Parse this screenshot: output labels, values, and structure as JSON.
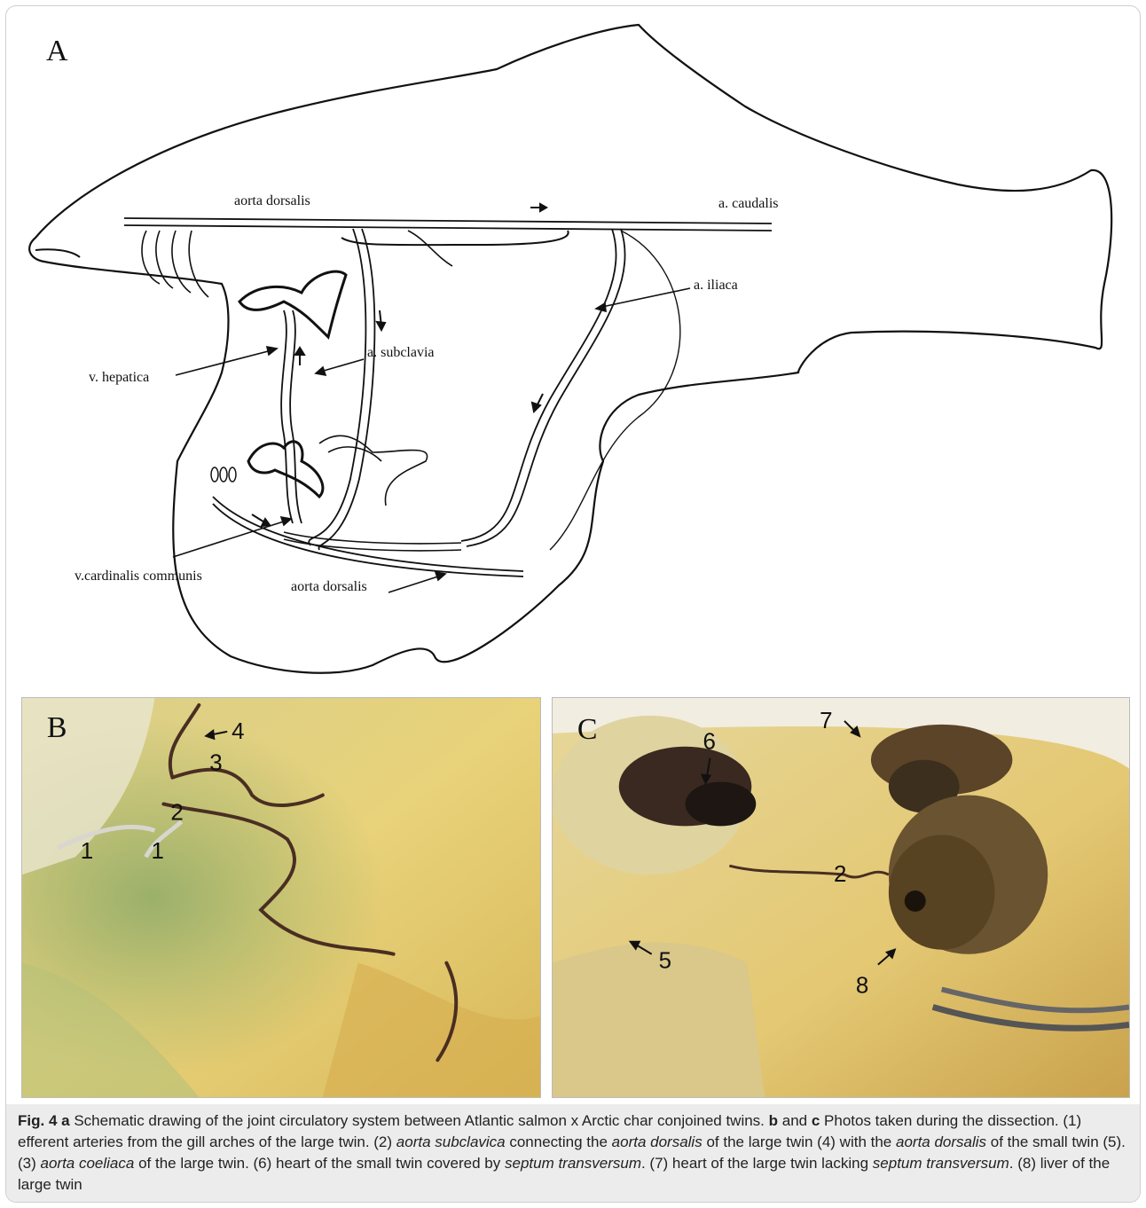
{
  "panel_a": {
    "letter": "A",
    "labels": {
      "aorta_dorsalis_top": "aorta dorsalis",
      "a_caudalis": "a. caudalis",
      "a_iliaca": "a. iliaca",
      "a_subclavia": "a. subclavia",
      "v_hepatica": "v. hepatica",
      "v_cardinalis": "v.cardinalis communis",
      "aorta_dorsalis_bottom": "aorta dorsalis"
    }
  },
  "panel_b": {
    "letter": "B",
    "numbers": [
      "4",
      "3",
      "2",
      "1",
      "1"
    ]
  },
  "panel_c": {
    "letter": "C",
    "numbers": [
      "6",
      "7",
      "2",
      "5",
      "8"
    ]
  },
  "caption": {
    "fig": "Fig. 4",
    "a": "a",
    "t1": " Schematic drawing of the joint circulatory system between Atlantic salmon x Arctic char conjoined twins. ",
    "b": "b",
    "and": " and ",
    "c": "c",
    "t2": " Photos taken during the dissection. (1) efferent arteries from the gill arches of the large twin. (2) ",
    "i_aorta_subclavica": "aorta subclavica",
    "t3": " connecting the ",
    "i_aorta_dorsalis_1": "aorta dorsalis",
    "t4": " of the large twin (4) with the ",
    "i_aorta_dorsalis_2": "aorta dorsalis",
    "t5": " of the small twin (5). (3) ",
    "i_aorta_coeliaca": "aorta coeliaca",
    "t6": " of the large twin. (6) heart of the small twin covered by ",
    "i_septum_1": "septum transversum",
    "t7": ". (7) heart of the large twin lacking ",
    "i_septum_2": "septum transversum",
    "t8": ". (8) liver of the large twin"
  }
}
